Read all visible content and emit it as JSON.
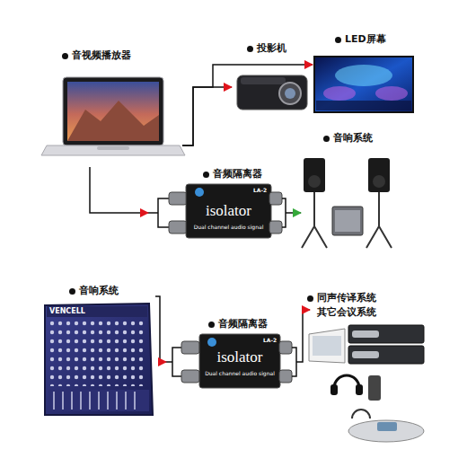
{
  "diagram": {
    "nodes": [
      {
        "text": [
          "音视频播放器"
        ]
      },
      {
        "text": [
          "投影机"
        ]
      },
      {
        "text": [
          "LED屏幕"
        ]
      },
      {
        "text": [
          "音频隔离器",
          "isolator",
          "Dual channel audio signal",
          "LA-2"
        ]
      },
      {
        "text": [
          "音响系统"
        ]
      },
      {
        "text": [
          "音响系统",
          "VENCELL"
        ]
      },
      {
        "text": [
          "音频隔离器",
          "isolator",
          "Dual channel audio signal",
          "LA-2"
        ]
      },
      {
        "text": [
          "同声传译系统",
          "其它会议系统"
        ]
      }
    ],
    "edges": [
      {
        "from": 0,
        "to": 1,
        "arrow": "to"
      },
      {
        "from": 0,
        "to": 2,
        "arrow": "to"
      },
      {
        "from": 0,
        "to": 3,
        "arrow": "to"
      },
      {
        "from": 3,
        "to": 4,
        "arrow": "to"
      },
      {
        "from": 5,
        "to": 6,
        "arrow": "to"
      },
      {
        "from": 6,
        "to": 7,
        "arrow": "to"
      }
    ]
  }
}
